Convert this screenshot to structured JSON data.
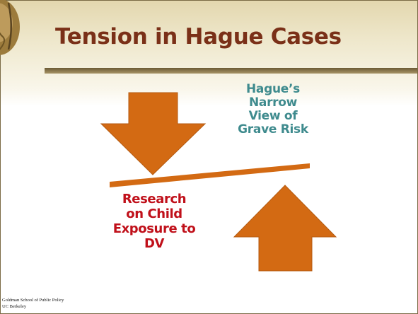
{
  "slide": {
    "title": "Tension in Hague Cases",
    "top_label_lines": [
      "Hague’s",
      "Narrow",
      "View of",
      "Grave Risk"
    ],
    "bottom_label_lines": [
      "Research",
      "on Child",
      "Exposure to",
      "DV"
    ],
    "footer_lines": [
      "Goldman School of Public Policy",
      "UC Berkeley"
    ]
  },
  "colors": {
    "title": "#7a3018",
    "top_label": "#3f8b8e",
    "bottom_label": "#c0101a",
    "arrow_fill": "#d36a13",
    "arrow_outline": "#b45a10",
    "beam": "#d36a13"
  },
  "icons": {
    "arrow_down": "down-arrow-icon",
    "arrow_up": "up-arrow-icon",
    "globe": "globe-icon"
  }
}
